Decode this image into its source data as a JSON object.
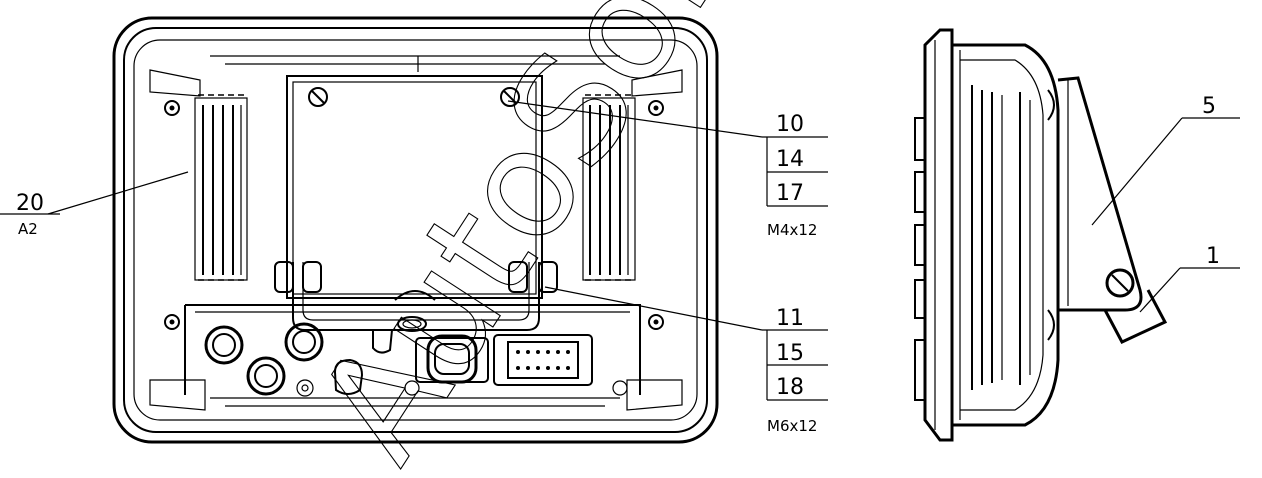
{
  "callouts": {
    "c20": "20",
    "c20_sub": "A2",
    "c10": "10",
    "c14": "14",
    "c17": "17",
    "c_m4": "M4x12",
    "c11": "11",
    "c15": "15",
    "c18": "18",
    "c_m6": "M6x12",
    "c5": "5",
    "c1": "1"
  },
  "watermark": {
    "text": "AutoSoft"
  }
}
